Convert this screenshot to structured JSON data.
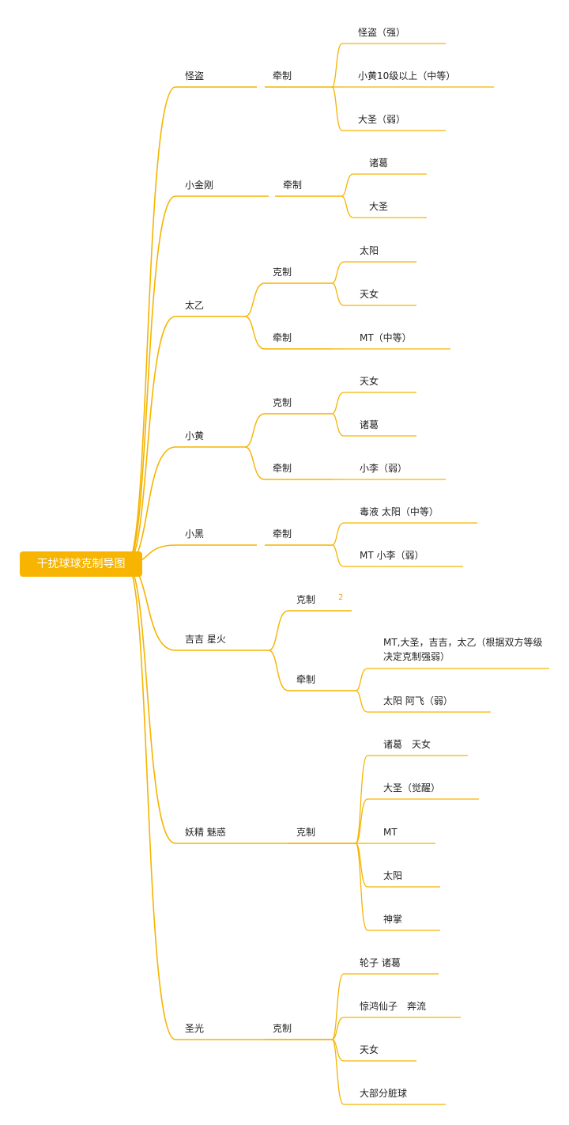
{
  "root": "干扰球球克制导图",
  "accent_color": "#f5b400",
  "branches": [
    {
      "name": "怪盗",
      "groups": [
        {
          "relation": "牵制",
          "targets": [
            "怪盗（强）",
            "小黄10级以上（中等）",
            "大圣（弱）"
          ]
        }
      ]
    },
    {
      "name": "小金刚",
      "groups": [
        {
          "relation": "牵制",
          "targets": [
            "诸葛",
            "大圣"
          ]
        }
      ]
    },
    {
      "name": "太乙",
      "groups": [
        {
          "relation": "克制",
          "targets": [
            "太阳",
            "天女"
          ]
        },
        {
          "relation": "牵制",
          "targets": [
            "MT（中等）"
          ]
        }
      ]
    },
    {
      "name": "小黄",
      "groups": [
        {
          "relation": "克制",
          "targets": [
            "天女",
            "诸葛"
          ]
        },
        {
          "relation": "牵制",
          "targets": [
            "小李（弱）"
          ]
        }
      ]
    },
    {
      "name": "小黑",
      "groups": [
        {
          "relation": "牵制",
          "targets": [
            "毒液 太阳（中等）",
            "MT 小李（弱）"
          ]
        }
      ]
    },
    {
      "name": "吉吉 星火",
      "groups": [
        {
          "relation": "克制",
          "badge": "2",
          "targets": []
        },
        {
          "relation": "牵制",
          "targets": [
            "MT,大圣，吉吉，太乙（根据双方等级决定克制强弱）",
            "太阳 阿飞（弱）"
          ]
        }
      ]
    },
    {
      "name": "妖精 魅惑",
      "groups": [
        {
          "relation": "克制",
          "targets": [
            "诸葛　天女",
            "大圣（觉醒）",
            "MT",
            "太阳",
            "神掌"
          ]
        }
      ]
    },
    {
      "name": "圣光",
      "groups": [
        {
          "relation": "克制",
          "targets": [
            "轮子 诸葛",
            "惊鸿仙子　奔流",
            "天女",
            "大部分脏球"
          ]
        }
      ]
    }
  ]
}
